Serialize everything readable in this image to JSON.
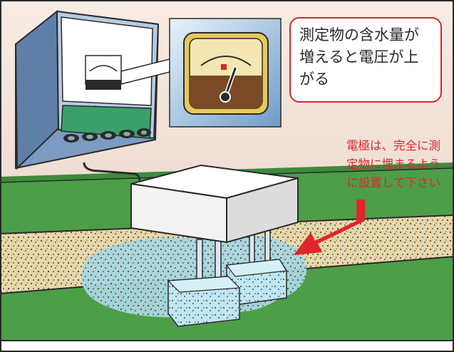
{
  "callout": {
    "lines": [
      "測定物の含水量が",
      "増えると電圧が上",
      "がる"
    ]
  },
  "note": {
    "lines": [
      "電極は、完全に測",
      "定物に埋まるよう",
      "に設置して下さい"
    ]
  },
  "colors": {
    "accent_red": "#e0262b",
    "grass_green": "#4a9a45",
    "meter_housing": "#9fb8d8",
    "gauge_face": "#f1e4ac",
    "gauge_bottom": "#7a4a28",
    "wet_zone": "#9ed4e0"
  },
  "icons": [
    "moisture-meter-device-icon",
    "analog-gauge-icon",
    "electrode-box-icon",
    "pointer-arrow-icon"
  ]
}
